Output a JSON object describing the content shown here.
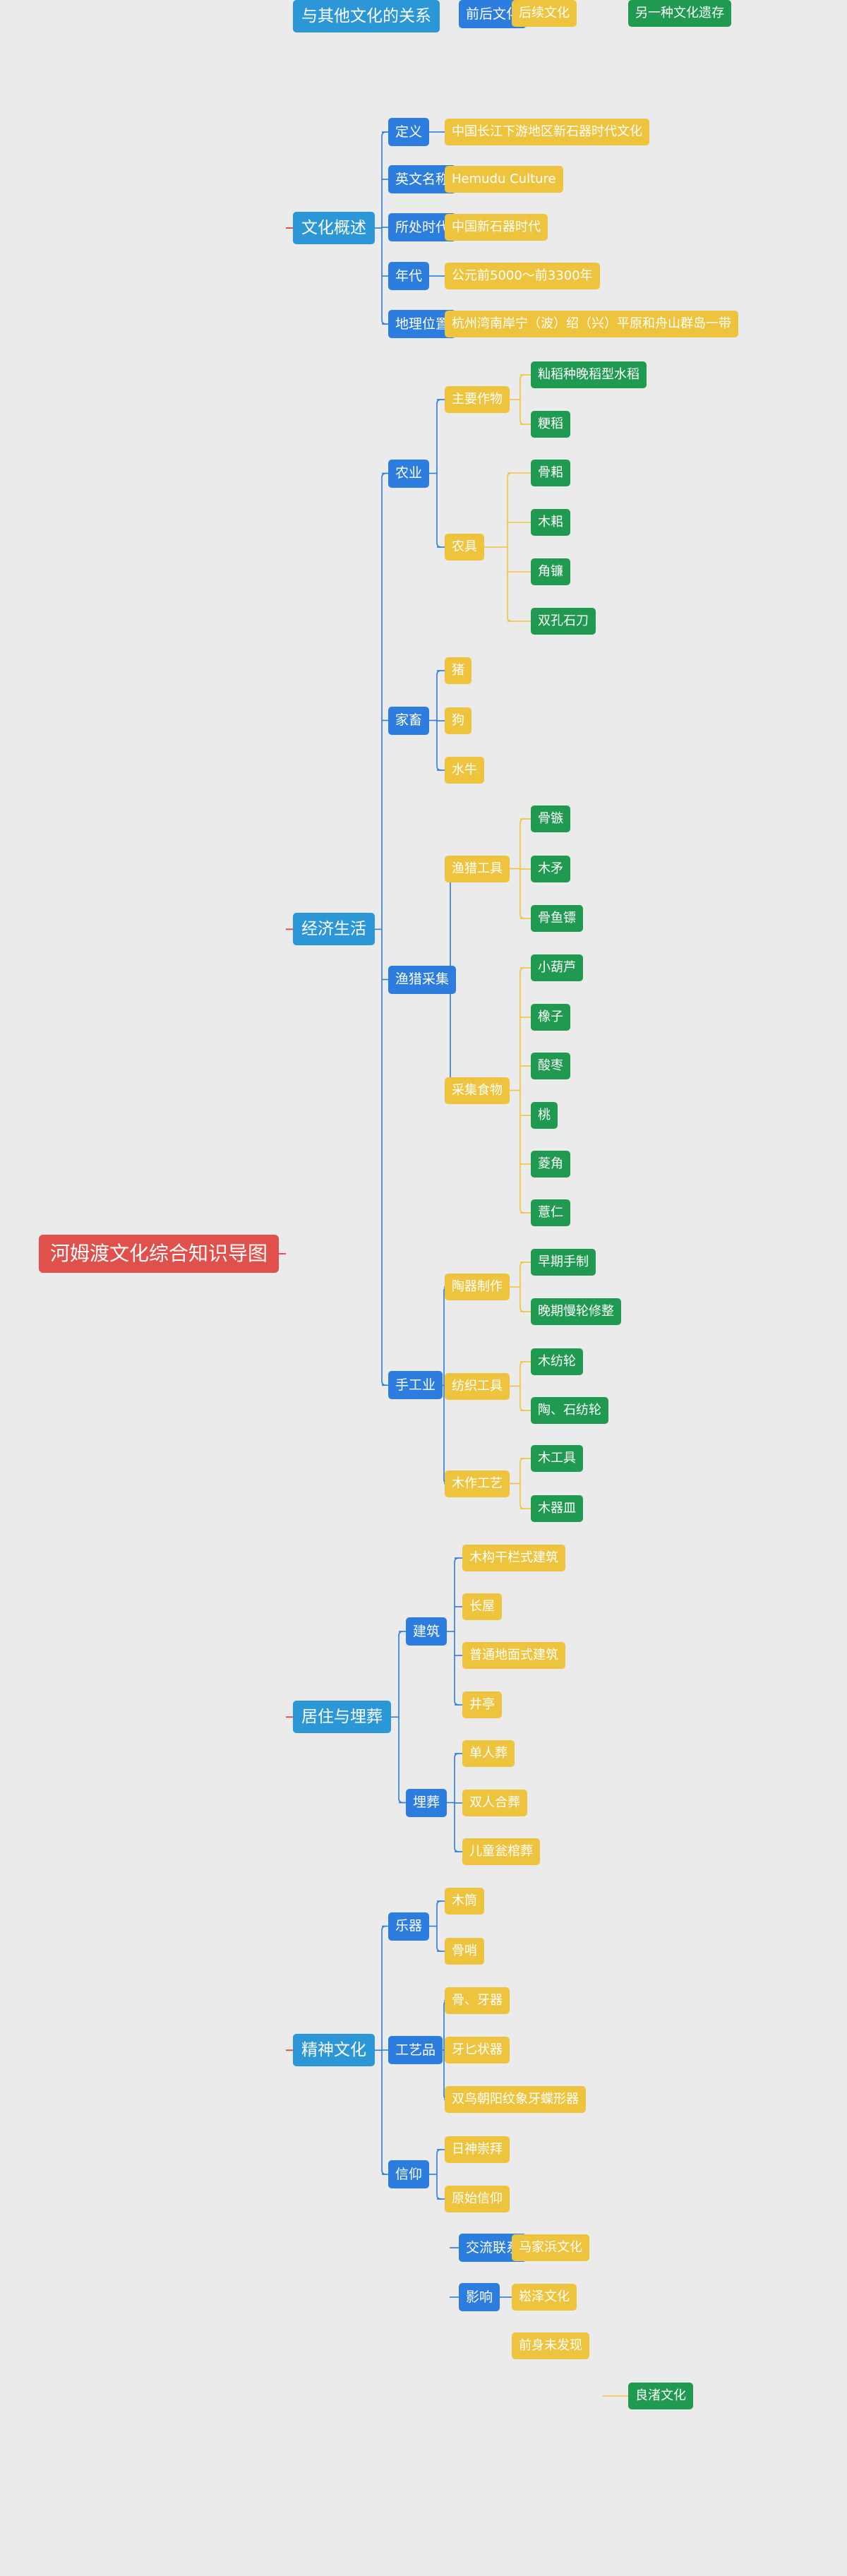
{
  "colors": {
    "background": "#ebebeb",
    "root": "#e2504b",
    "level1": "#2b97d6",
    "category": "#2c7ddd",
    "item": "#eec43f",
    "leaf": "#1f9a50",
    "root_line": "#e2504b",
    "blue_line": "#2c7ddd",
    "yellow_line": "#eec43f"
  },
  "root": {
    "label": "河姆渡文化综合知识导图",
    "children": [
      {
        "label": "文化概述",
        "children": [
          {
            "label": "定义",
            "children": [
              {
                "label": "中国长江下游地区新石器时代文化"
              }
            ]
          },
          {
            "label": "英文名称",
            "children": [
              {
                "label": "Hemudu Culture"
              }
            ]
          },
          {
            "label": "所处时代",
            "children": [
              {
                "label": "中国新石器时代"
              }
            ]
          },
          {
            "label": "年代",
            "children": [
              {
                "label": "公元前5000～前3300年"
              }
            ]
          },
          {
            "label": "地理位置",
            "children": [
              {
                "label": "杭州湾南岸宁（波）绍（兴）平原和舟山群岛一带"
              }
            ]
          }
        ]
      },
      {
        "label": "经济生活",
        "children": [
          {
            "label": "农业",
            "children": [
              {
                "label": "主要作物",
                "children": [
                  {
                    "label": "籼稻种晚稻型水稻"
                  },
                  {
                    "label": "粳稻"
                  }
                ]
              },
              {
                "label": "农具",
                "children": [
                  {
                    "label": "骨耜"
                  },
                  {
                    "label": "木耜"
                  },
                  {
                    "label": "角镰"
                  },
                  {
                    "label": "双孔石刀"
                  }
                ]
              }
            ]
          },
          {
            "label": "家畜",
            "children": [
              {
                "label": "猪"
              },
              {
                "label": "狗"
              },
              {
                "label": "水牛"
              }
            ]
          },
          {
            "label": "渔猎采集",
            "children": [
              {
                "label": "渔猎工具",
                "children": [
                  {
                    "label": "骨镞"
                  },
                  {
                    "label": "木矛"
                  },
                  {
                    "label": "骨鱼镖"
                  }
                ]
              },
              {
                "label": "采集食物",
                "children": [
                  {
                    "label": "小葫芦"
                  },
                  {
                    "label": "橡子"
                  },
                  {
                    "label": "酸枣"
                  },
                  {
                    "label": "桃"
                  },
                  {
                    "label": "菱角"
                  },
                  {
                    "label": "薏仁"
                  }
                ]
              }
            ]
          },
          {
            "label": "手工业",
            "children": [
              {
                "label": "陶器制作",
                "children": [
                  {
                    "label": "早期手制"
                  },
                  {
                    "label": "晚期慢轮修整"
                  }
                ]
              },
              {
                "label": "纺织工具",
                "children": [
                  {
                    "label": "木纺轮"
                  },
                  {
                    "label": "陶、石纺轮"
                  }
                ]
              },
              {
                "label": "木作工艺",
                "children": [
                  {
                    "label": "木工具"
                  },
                  {
                    "label": "木器皿"
                  }
                ]
              }
            ]
          }
        ]
      },
      {
        "label": "居住与埋葬",
        "children": [
          {
            "label": "建筑",
            "children": [
              {
                "label": "木构干栏式建筑"
              },
              {
                "label": "长屋"
              },
              {
                "label": "普通地面式建筑"
              },
              {
                "label": "井亭"
              }
            ]
          },
          {
            "label": "埋葬",
            "children": [
              {
                "label": "单人葬"
              },
              {
                "label": "双人合葬"
              },
              {
                "label": "儿童瓮棺葬"
              }
            ]
          }
        ]
      },
      {
        "label": "精神文化",
        "children": [
          {
            "label": "乐器",
            "children": [
              {
                "label": "木筒"
              },
              {
                "label": "骨哨"
              }
            ]
          },
          {
            "label": "工艺品",
            "children": [
              {
                "label": "骨、牙器"
              },
              {
                "label": "牙匕状器"
              },
              {
                "label": "双鸟朝阳纹象牙蝶形器"
              }
            ]
          },
          {
            "label": "信仰",
            "children": [
              {
                "label": "日神崇拜"
              },
              {
                "label": "原始信仰"
              }
            ]
          }
        ]
      },
      {
        "label": "与其他文化的关系",
        "children": [
          {
            "label": "交流联系",
            "children": [
              {
                "label": "马家浜文化"
              }
            ]
          },
          {
            "label": "影响",
            "children": [
              {
                "label": "崧泽文化"
              }
            ]
          },
          {
            "label": "前后文化",
            "children": [
              {
                "label": "前身未发现"
              },
              {
                "label": "后续文化",
                "children": [
                  {
                    "label": "良渚文化"
                  },
                  {
                    "label": "另一种文化遗存"
                  }
                ]
              }
            ]
          }
        ]
      }
    ]
  }
}
